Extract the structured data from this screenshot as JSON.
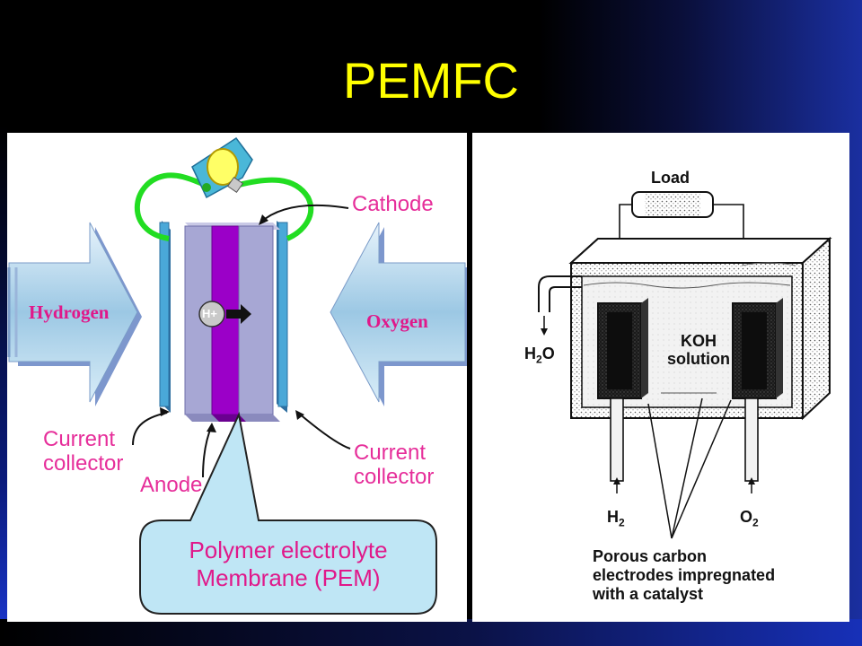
{
  "title": "PEMFC",
  "colors": {
    "title": "#ffff00",
    "label_pink": "#e62e9a",
    "membrane_purple": "#9b00c8",
    "collector_blue": "#4aa8d8",
    "wire_green": "#22dd22",
    "callout_fill": "#bfe6f5"
  },
  "left_diagram": {
    "gas_in": "Hydrogen",
    "gas_out": "Oxygen",
    "cathode": "Cathode",
    "ion": "H+",
    "current_collector_left": [
      "Current",
      "collector"
    ],
    "current_collector_right": [
      "Current",
      "collector"
    ],
    "anode": "Anode",
    "membrane": [
      "Polymer electrolyte",
      "Membrane (PEM)"
    ],
    "icons": [
      "light-bulb-icon",
      "arrow-icon"
    ]
  },
  "right_diagram": {
    "load": "Load",
    "water": [
      "H",
      "2",
      "O"
    ],
    "electrolyte": [
      "KOH",
      "solution"
    ],
    "fuel_in": [
      "H",
      "2"
    ],
    "oxidant_in": [
      "O",
      "2"
    ],
    "caption": [
      "Porous carbon",
      "electrodes impregnated",
      "with a catalyst"
    ]
  }
}
